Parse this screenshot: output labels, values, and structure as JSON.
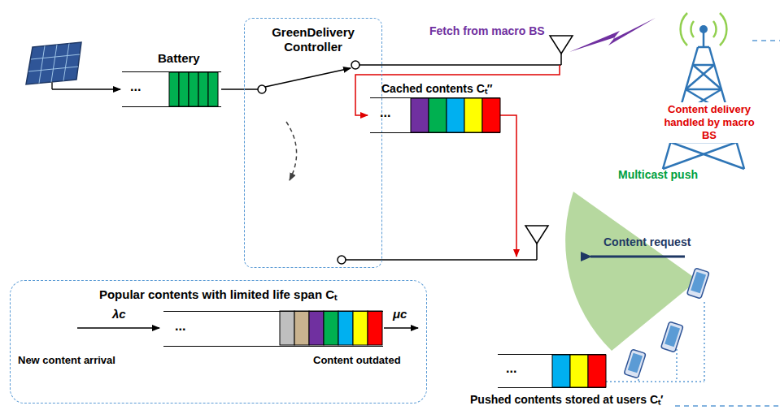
{
  "diagram": {
    "nodes": [
      {
        "text": [
          "GreenDelivery Controller"
        ]
      },
      {
        "text": [
          "Battery",
          "..."
        ]
      },
      {
        "text": [
          "Cached contents Cₜ″",
          "..."
        ]
      },
      {
        "text": [
          "Popular contents with limited life span Cₜ"
        ]
      },
      {
        "text": [
          "..."
        ],
        "in": 3
      },
      {
        "text": [
          "...",
          "Pushed contents stored at users Cₜ′"
        ]
      }
    ],
    "edges": [
      {
        "from": 1,
        "to": 0,
        "arrow": "none"
      }
    ],
    "labels": [
      "Fetch from macro BS",
      "Content delivery handled by macro BS",
      "Multicast push",
      "Content request",
      "λc",
      "μc",
      "New content arrival",
      "Content outdated"
    ]
  }
}
